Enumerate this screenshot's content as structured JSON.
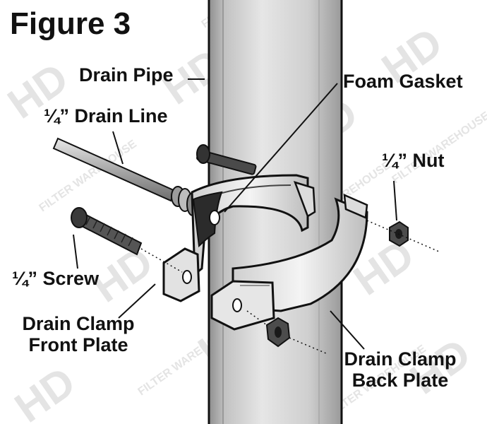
{
  "figure": {
    "title": "Figure 3",
    "labels": {
      "drain_pipe": "Drain Pipe",
      "foam_gasket": "Foam Gasket",
      "drain_line": "¼” Drain Line",
      "nut": "¼” Nut",
      "screw": "¼” Screw",
      "front_plate": "Drain Clamp\nFront Plate",
      "back_plate": "Drain Clamp\nBack Plate"
    },
    "watermark": "HD FILTER WAREHOUSE"
  }
}
